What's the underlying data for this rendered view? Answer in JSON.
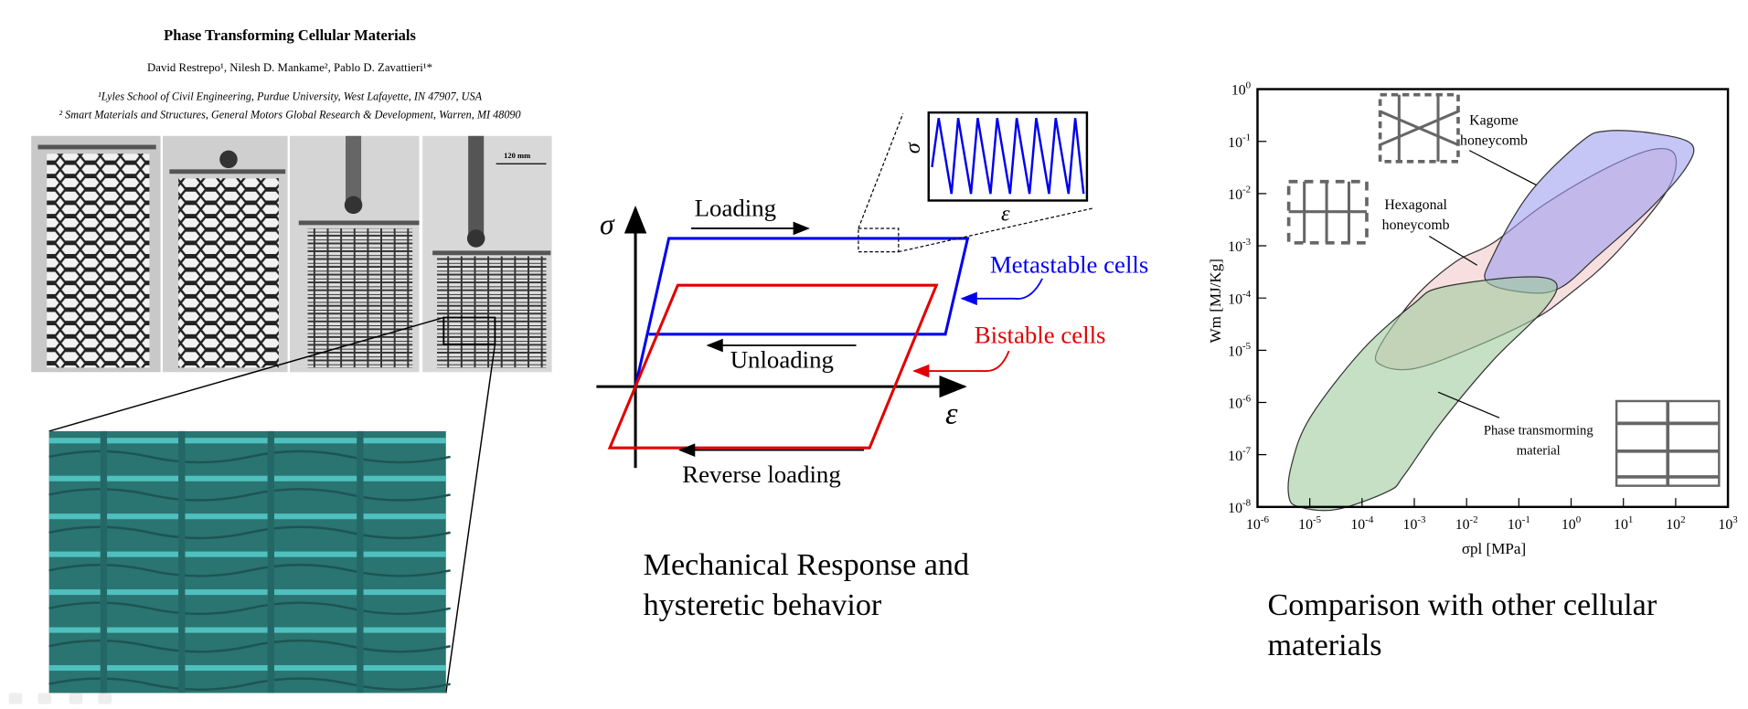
{
  "paper": {
    "title": "Phase Transforming Cellular Materials",
    "authors": "David Restrepo¹, Nilesh D. Mankame², Pablo D. Zavattieri¹*",
    "affiliation_1": "¹Lyles School of Civil Engineering, Purdue University, West Lafayette, IN 47907, USA",
    "affiliation_2": "² Smart Materials and Structures, General Motors Global Research & Development, Warren, MI 48090"
  },
  "photo": {
    "scale_bar": "120 mm",
    "panels": 4,
    "render_color": "#2a7f7c"
  },
  "mechanical": {
    "caption": "Mechanical Response and hysteretic behavior",
    "axis_y": "σ",
    "axis_x": "ε",
    "loading": "Loading",
    "unloading": "Unloading",
    "reverse_loading": "Reverse loading",
    "metastable": "Metastable cells",
    "bistable": "Bistable cells",
    "inset_y": "σ",
    "inset_x": "ε",
    "colors": {
      "metastable": "#0000ee",
      "bistable": "#e00000"
    }
  },
  "comparison": {
    "caption": "Comparison with other cellular materials"
  },
  "chart_data": {
    "type": "area",
    "xlabel": "σpl [MPa]",
    "ylabel": "Wm [MJ/Kg]",
    "xscale": "log",
    "yscale": "log",
    "xlim": [
      1e-06,
      1000.0
    ],
    "ylim": [
      1e-08,
      1.0
    ],
    "x_ticks": [
      "10-6",
      "10-5",
      "10-4",
      "10-3",
      "10-2",
      "10-1",
      "100",
      "101",
      "102",
      "103"
    ],
    "y_ticks": [
      "100",
      "10-1",
      "10-2",
      "10-3",
      "10-4",
      "10-5",
      "10-6",
      "10-7",
      "10-8"
    ],
    "grid": false,
    "series": [
      {
        "name": "Hexagonal honeycomb",
        "color": "#f4c9c9",
        "log10_points": [
          [
            -3.0,
            -4.0
          ],
          [
            -2.2,
            -3.3
          ],
          [
            -1.5,
            -2.95
          ],
          [
            -0.5,
            -2.2
          ],
          [
            0.7,
            -1.5
          ],
          [
            1.6,
            -1.15
          ],
          [
            2.0,
            -1.3
          ],
          [
            1.8,
            -2.0
          ],
          [
            0.8,
            -3.2
          ],
          [
            0,
            -3.9
          ],
          [
            -0.7,
            -4.4
          ],
          [
            -2,
            -5.0
          ],
          [
            -3.0,
            -5.35
          ],
          [
            -3.6,
            -5.3
          ],
          [
            -3.7,
            -5.0
          ]
        ]
      },
      {
        "name": "Kagome honeycomb",
        "color": "#9f9ff0",
        "log10_points": [
          [
            -1.5,
            -3.2
          ],
          [
            -0.8,
            -2.0
          ],
          [
            0.2,
            -1.0
          ],
          [
            0.7,
            -0.8
          ],
          [
            1.6,
            -0.85
          ],
          [
            2.3,
            -1.05
          ],
          [
            2.2,
            -1.5
          ],
          [
            1.5,
            -2.3
          ],
          [
            0.5,
            -3.2
          ],
          [
            -0.2,
            -3.8
          ],
          [
            -0.8,
            -3.9
          ],
          [
            -1.6,
            -3.7
          ]
        ]
      },
      {
        "name": "Phase transmorming material",
        "color": "#9fcb9f",
        "log10_points": [
          [
            -5.4,
            -7.8
          ],
          [
            -5.35,
            -7.2
          ],
          [
            -5.0,
            -6.3
          ],
          [
            -4.0,
            -5.0
          ],
          [
            -3.0,
            -4.1
          ],
          [
            -2.5,
            -3.8
          ],
          [
            -1.0,
            -3.6
          ],
          [
            -0.3,
            -3.7
          ],
          [
            -0.5,
            -4.2
          ],
          [
            -1.5,
            -5.2
          ],
          [
            -2.5,
            -6.4
          ],
          [
            -3.2,
            -7.4
          ],
          [
            -3.5,
            -7.7
          ],
          [
            -4.5,
            -8.05
          ],
          [
            -5.2,
            -8.0
          ]
        ]
      }
    ],
    "labels": {
      "kagome": [
        "Kagome",
        "honeycomb"
      ],
      "hexagonal": [
        "Hexagonal",
        "honeycomb"
      ],
      "phase": [
        "Phase transmorming",
        "material"
      ]
    }
  }
}
